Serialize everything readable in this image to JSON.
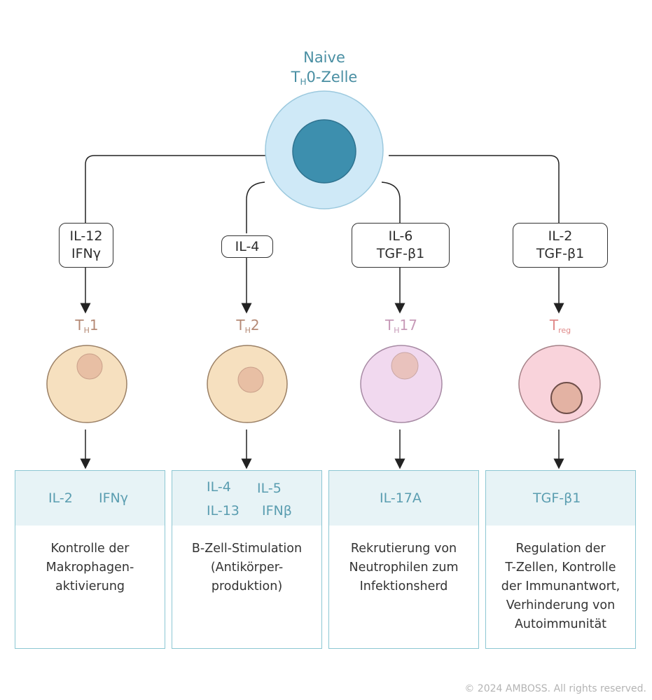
{
  "naive_cell": {
    "title_line1": "Naive",
    "title_T": "T",
    "title_sub": "H",
    "title_rest": "0-Zelle"
  },
  "branches": [
    {
      "id": "th1",
      "inducers": [
        "IL-12",
        "IFNγ"
      ],
      "cell": {
        "T": "T",
        "sub": "H",
        "rest": "1",
        "label_color": "#b58a76"
      },
      "cytokines": [
        "IL-2",
        "IFNγ"
      ],
      "function_lines": [
        "Kontrolle der",
        "Makrophagen-",
        "aktivierung"
      ]
    },
    {
      "id": "th2",
      "inducers": [
        "IL-4"
      ],
      "cell": {
        "T": "T",
        "sub": "H",
        "rest": "2",
        "label_color": "#b58a76"
      },
      "cytokines": [
        "IL-4",
        "IL-5",
        "IL-13",
        "IFNβ"
      ],
      "function_lines": [
        "B-Zell-Stimulation",
        "(Antikörper-",
        "produktion)"
      ]
    },
    {
      "id": "th17",
      "inducers": [
        "IL-6",
        "TGF-β1"
      ],
      "cell": {
        "T": "T",
        "sub": "H",
        "rest": "17",
        "label_color": "#c79ab8"
      },
      "cytokines": [
        "IL-17A"
      ],
      "function_lines": [
        "Rekrutierung von",
        "Neutrophilen zum",
        "Infektionsherd"
      ]
    },
    {
      "id": "treg",
      "inducers": [
        "IL-2",
        "TGF-β1"
      ],
      "cell": {
        "T": "T",
        "sub": "reg",
        "rest": "",
        "label_color": "#e08a8a"
      },
      "cytokines": [
        "TGF-β1"
      ],
      "function_lines": [
        "Regulation der",
        "T-Zellen, Kontrolle",
        "der Immunantwort,",
        "Verhinderung von",
        "Autoimmunität"
      ]
    }
  ],
  "colors": {
    "naive_outer": "#cfe9f7",
    "naive_nucleus": "#3d8fae",
    "th_cell": "#f6e0bf",
    "th_nucleus": "#e8bfa4",
    "th17_cell": "#f1d9ef",
    "treg_cell": "#f9d3db",
    "card_border": "#8cc7d3",
    "card_head": "#e7f3f6",
    "cytokine_text": "#5a9db0"
  },
  "copyright": "© 2024 AMBOSS. All rights reserved."
}
